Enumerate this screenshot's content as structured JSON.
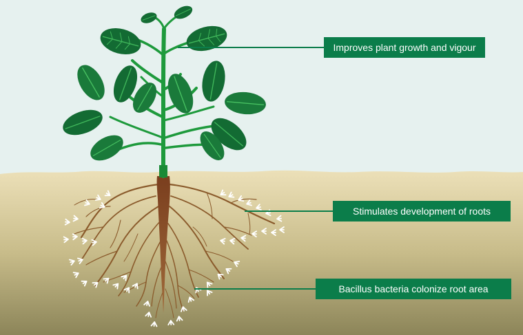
{
  "colors": {
    "sky": "#e6f1ef",
    "soil_top": "#ece0b8",
    "soil_bottom": "#8c8559",
    "stem_green": "#1e9a3c",
    "leaf_dark": "#136b33",
    "leaf_light": "#2f9a4a",
    "root_brown": "#8a5a2b",
    "callout_green": "#0b7d4a",
    "arrow_white": "#ffffff"
  },
  "callouts": {
    "growth": "Improves plant growth and vigour",
    "roots": "Stimulates development of roots",
    "bacillus": "Bacillus bacteria colonize root area"
  },
  "icons": {
    "bacteria_arrow": "chevron-arrow-icon"
  }
}
